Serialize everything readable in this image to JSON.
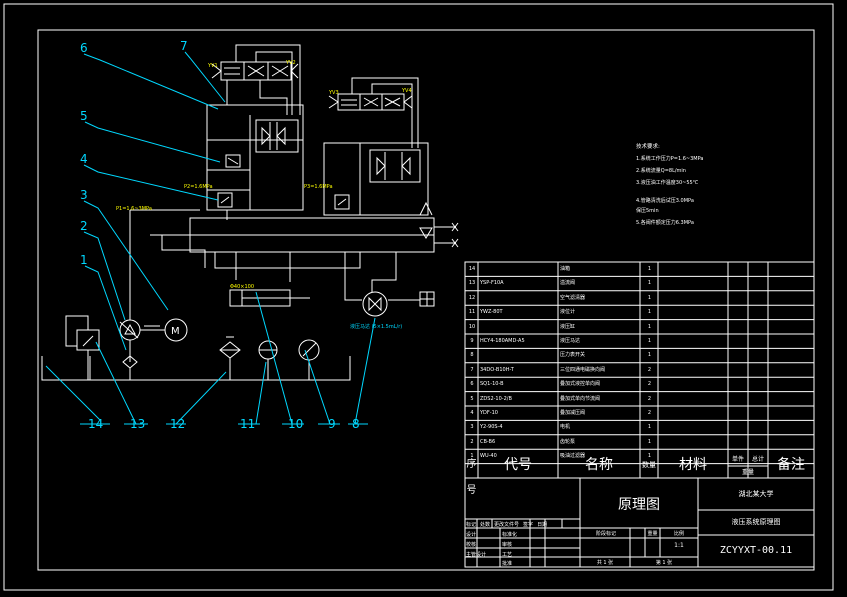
{
  "callouts": [
    "6",
    "7",
    "5",
    "4",
    "3",
    "2",
    "1",
    "14",
    "13",
    "12",
    "11",
    "10",
    "9",
    "8"
  ],
  "valve_labels": {
    "v1": "YV1",
    "v2": "YV2",
    "v3": "YV3",
    "v4": "YV4"
  },
  "pressure_labels": {
    "p1": "P1=1.6~3MPa",
    "p2": "P2=1.6MPa",
    "p3": "P3=1.6MPa"
  },
  "motor_note": "液压马达 (5×1.5mL/r)",
  "cyl_note": "Φ40×100",
  "tech_req": {
    "title": "技术要求:",
    "lines": [
      "1.系统工作压力P=1.6~3MPa",
      "2.系统流量Q=8L/min",
      "3.液压油工作温度30~55℃",
      "4.管路清洗后试压3.0MPa",
      "  保压5min",
      "5.各阀件额定压力6.3MPa"
    ]
  },
  "bom": {
    "rows": [
      {
        "no": "14",
        "code": "",
        "name": "油箱",
        "qty": "1",
        "mat": ""
      },
      {
        "no": "13",
        "code": "YSP-F10A",
        "name": "溢流阀",
        "qty": "1",
        "mat": ""
      },
      {
        "no": "12",
        "code": "",
        "name": "空气滤清器",
        "qty": "1",
        "mat": ""
      },
      {
        "no": "11",
        "code": "YWZ-80T",
        "name": "液位计",
        "qty": "1",
        "mat": ""
      },
      {
        "no": "10",
        "code": "",
        "name": "液压缸",
        "qty": "1",
        "mat": ""
      },
      {
        "no": "9",
        "code": "HCY4-180AMD-A5",
        "name": "液压马达",
        "qty": "1",
        "mat": ""
      },
      {
        "no": "8",
        "code": "",
        "name": "压力表开关",
        "qty": "1",
        "mat": ""
      },
      {
        "no": "7",
        "code": "34DO-B10H-T",
        "name": "三位四通电磁换向阀",
        "qty": "2",
        "mat": ""
      },
      {
        "no": "6",
        "code": "SQ1-10-B",
        "name": "叠加式液控单向阀",
        "qty": "2",
        "mat": ""
      },
      {
        "no": "5",
        "code": "ZDS2-10-2/B",
        "name": "叠加式单向节流阀",
        "qty": "2",
        "mat": ""
      },
      {
        "no": "4",
        "code": "YDF-10",
        "name": "叠加减压阀",
        "qty": "2",
        "mat": ""
      },
      {
        "no": "3",
        "code": "Y2-90S-4",
        "name": "电机",
        "qty": "1",
        "mat": ""
      },
      {
        "no": "2",
        "code": "CB-B6",
        "name": "齿轮泵",
        "qty": "1",
        "mat": ""
      },
      {
        "no": "1",
        "code": "WU-40",
        "name": "吸油过滤器",
        "qty": "1",
        "mat": ""
      }
    ],
    "header": {
      "no": "序号",
      "code": "代号",
      "name": "名称",
      "qty": "数量",
      "mat": "材料",
      "w1": "单件",
      "w2": "总计",
      "weight": "重量",
      "remark": "备注"
    }
  },
  "title_block": {
    "drawing_name": "原理图",
    "school": "湖北某大学",
    "subject": "液压系统原理图",
    "drawing_no": "ZCYYXT-00.11",
    "scale": "1:1",
    "sheet_total": "共 1 张",
    "sheet_no": "第 1 张",
    "r1": [
      "标记",
      "处数",
      "更改文件号",
      "签字",
      "日期"
    ],
    "r2": [
      "设计",
      "",
      "标准化",
      ""
    ],
    "r3": [
      "校核",
      "",
      "审核"
    ],
    "r4": [
      "主管设计",
      "",
      "工艺",
      "",
      "批准"
    ],
    "stage": [
      "阶段标记",
      "重量",
      "比例"
    ]
  }
}
